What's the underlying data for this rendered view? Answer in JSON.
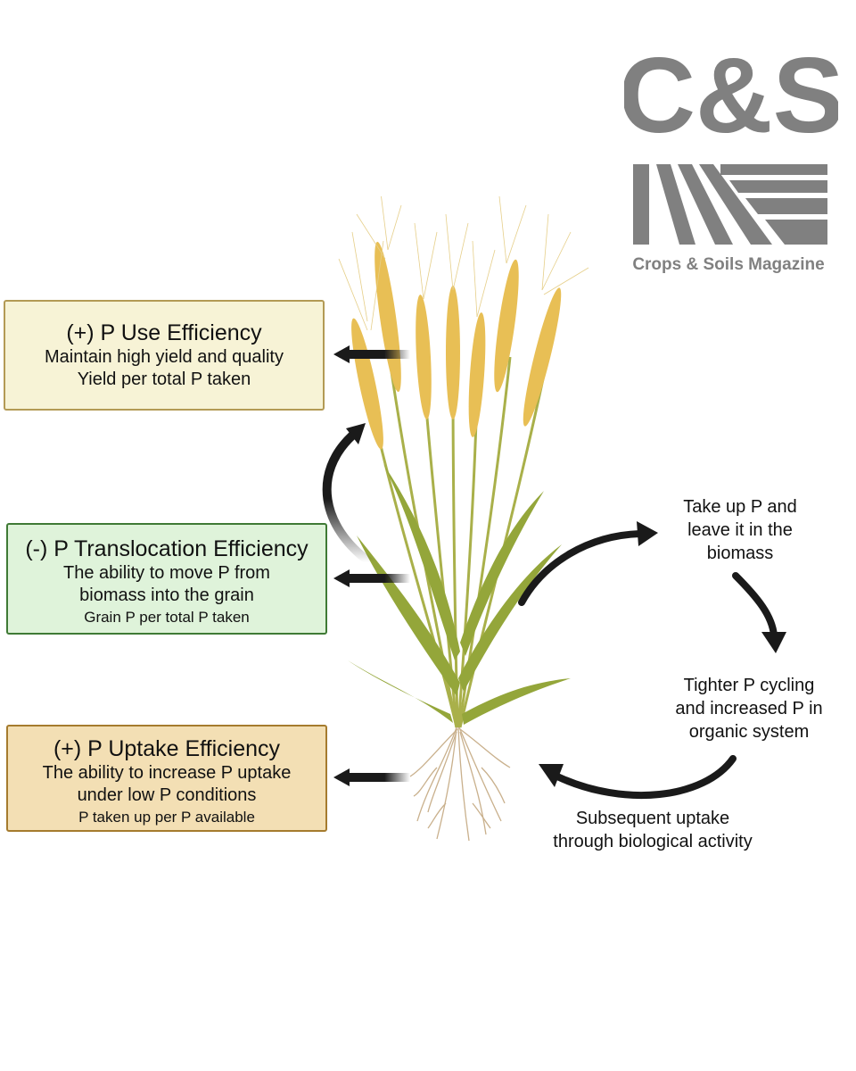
{
  "logo": {
    "mark": "C&S",
    "caption": "Crops & Soils Magazine",
    "color": "#808080"
  },
  "boxes": {
    "use": {
      "title": "(+) P Use Efficiency",
      "line1": "Maintain high yield and quality",
      "line2": "Yield per total P taken",
      "fill": "#f7f3d6",
      "border": "#b39a55"
    },
    "translocation": {
      "title": "(-) P Translocation Efficiency",
      "line1": "The ability to move P from",
      "line2": "biomass into the grain",
      "line3": "Grain P per total P taken",
      "fill": "#dff3da",
      "border": "#3f7a35"
    },
    "uptake": {
      "title": "(+) P Uptake Efficiency",
      "line1": "The ability to increase P uptake",
      "line2": "under low P conditions",
      "line3": "P taken up per P available",
      "fill": "#f3dfb4",
      "border": "#a57b2e"
    }
  },
  "cycle": {
    "take_up": [
      "Take up P and",
      "leave it in the",
      "biomass"
    ],
    "tighter": [
      "Tighter P cycling",
      "and increased P in",
      "organic system"
    ],
    "subsequent": [
      "Subsequent uptake",
      "through biological activity"
    ]
  },
  "colors": {
    "arrow": "#1a1a1a",
    "grain": "#e8bf55",
    "stem": "#a9b04a",
    "leaf": "#94a63a",
    "root": "#c9b08c"
  }
}
